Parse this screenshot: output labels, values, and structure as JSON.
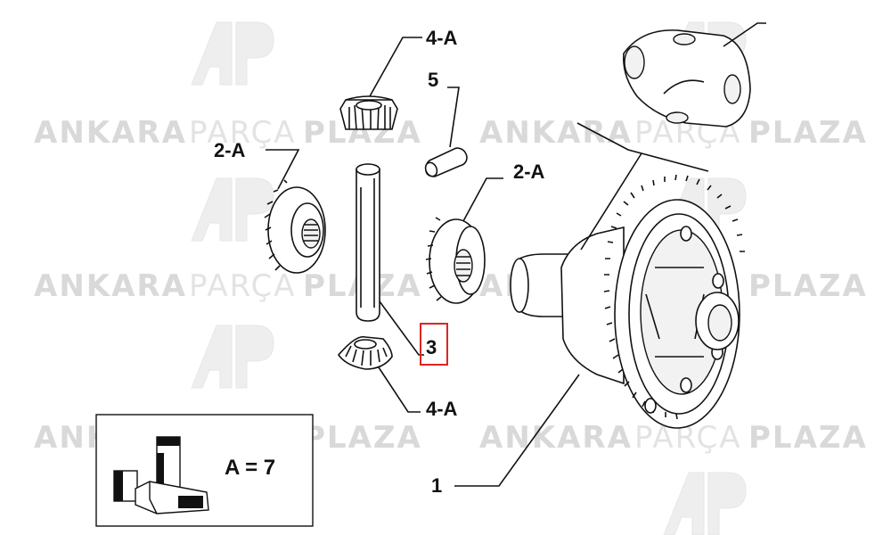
{
  "watermark": {
    "word1": "ANKARA",
    "word2": "PARÇA",
    "word3": "PLAZA",
    "logo": "AP"
  },
  "labels": {
    "gear_top": "4-A",
    "pin_small": "5",
    "gear_left": "2-A",
    "gear_right": "2-A",
    "shaft": "3",
    "gear_bottom": "4-A",
    "housing": "1"
  },
  "legend": {
    "text": "A = 7"
  },
  "colors": {
    "highlight": "#e02424",
    "watermark": "#d9d9d9"
  }
}
